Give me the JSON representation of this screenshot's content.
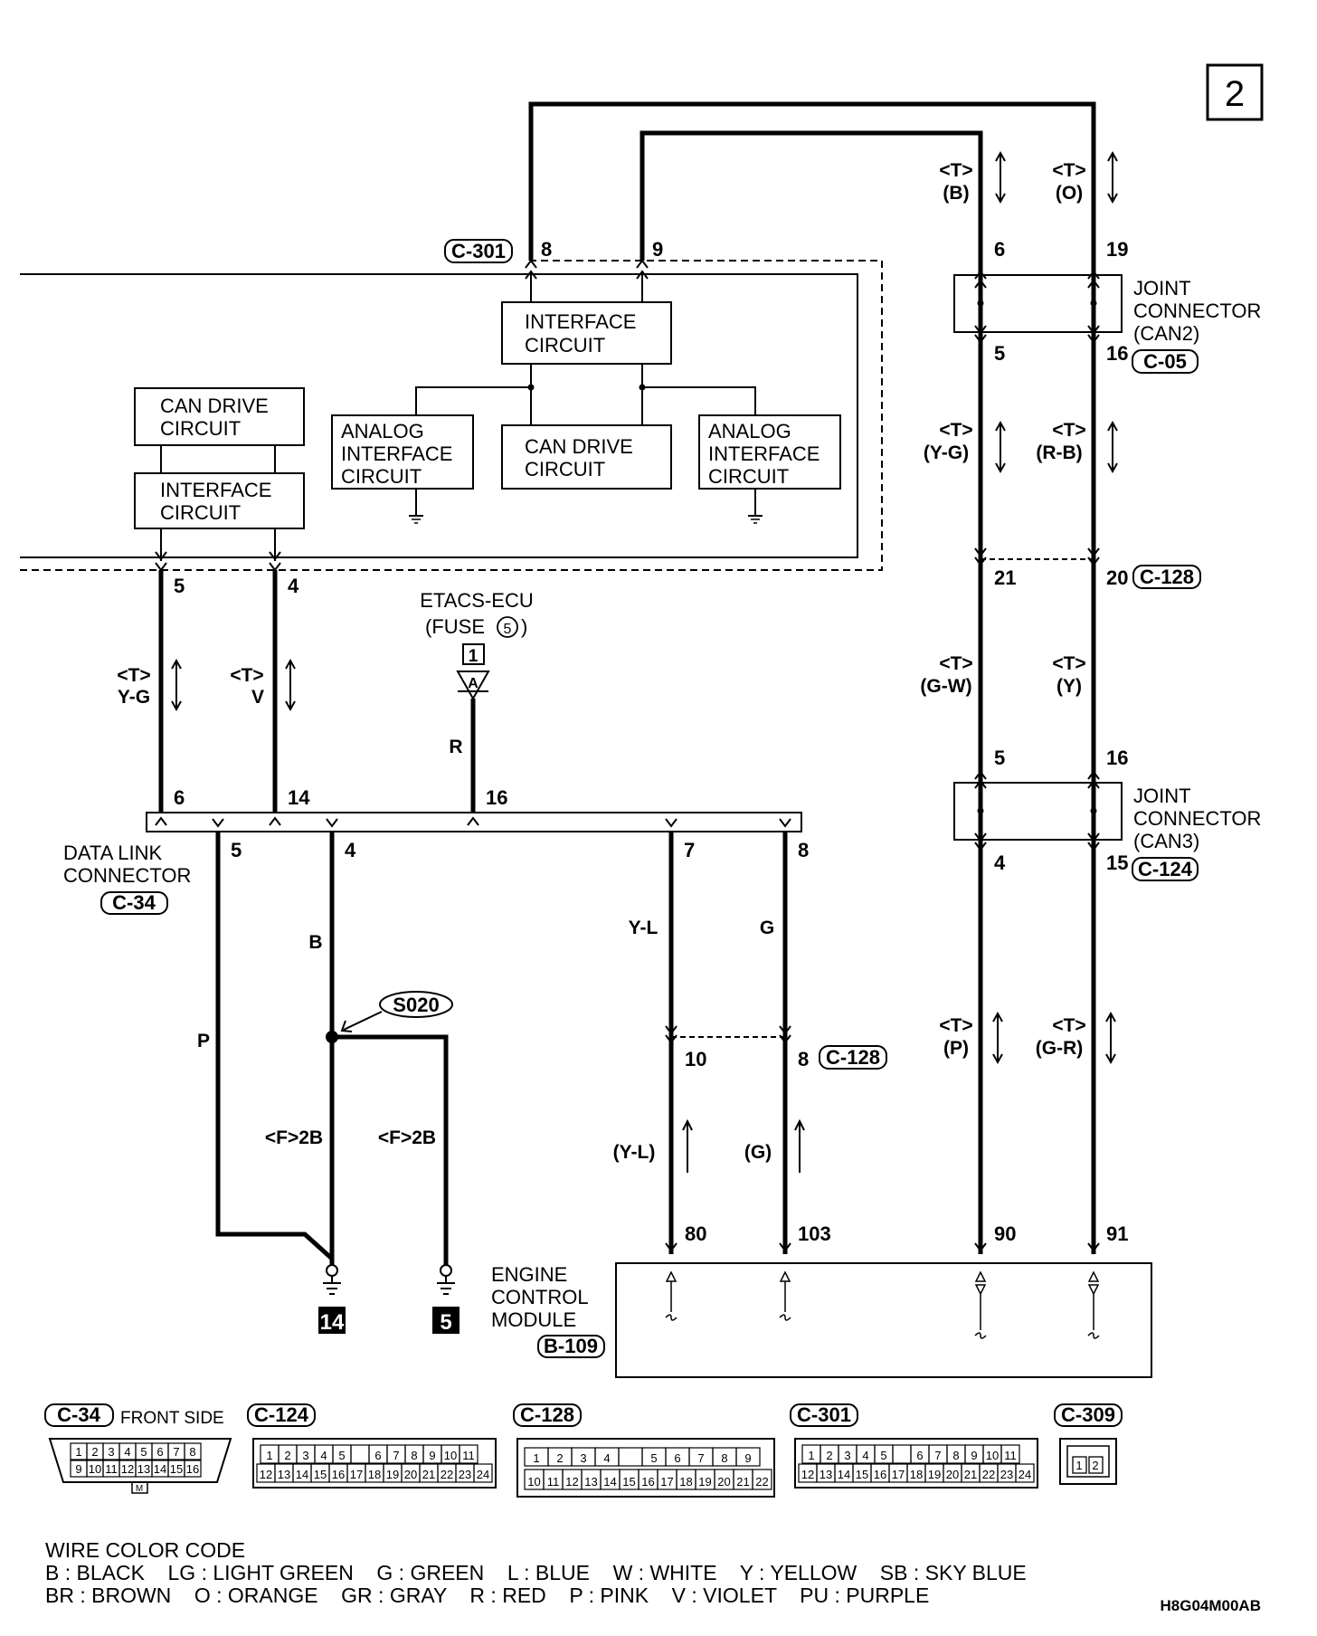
{
  "page_number": "2",
  "diagram_code": "H8G04M00AB",
  "connectors": {
    "c301": "C-301",
    "c05": "C-05",
    "c128": "C-128",
    "c124": "C-124",
    "c34": "C-34",
    "b109": "B-109",
    "c309": "C-309"
  },
  "components": {
    "interface_circuit": [
      "INTERFACE",
      "CIRCUIT"
    ],
    "analog_interface_circuit": [
      "ANALOG",
      "INTERFACE",
      "CIRCUIT"
    ],
    "can_drive_circuit": [
      "CAN DRIVE",
      "CIRCUIT"
    ],
    "joint_connector_can2": [
      "JOINT",
      "CONNECTOR",
      "(CAN2)"
    ],
    "joint_connector_can3": [
      "JOINT",
      "CONNECTOR",
      "(CAN3)"
    ],
    "etacs_ecu": [
      "ETACS-ECU",
      "(FUSE",
      "5",
      ")"
    ],
    "etacs_terminal": "1",
    "etacs_terminal_letter": "A",
    "data_link_connector": [
      "DATA LINK",
      "CONNECTOR"
    ],
    "engine_control_module": [
      "ENGINE",
      "CONTROL",
      "MODULE"
    ],
    "splice": "S020",
    "ground_14": "14",
    "ground_5": "5"
  },
  "pins": {
    "c301_8": "8",
    "c301_9": "9",
    "j_top_6": "6",
    "j_top_19": "19",
    "j_can2_5": "5",
    "j_can2_16": "16",
    "c128_21": "21",
    "c128_20": "20",
    "j_can3_5": "5",
    "j_can3_16": "16",
    "j_can3_4": "4",
    "j_can3_15": "15",
    "left_5": "5",
    "left_4": "4",
    "dlc_6": "6",
    "dlc_14": "14",
    "dlc_16": "16",
    "dlc_5": "5",
    "dlc_4": "4",
    "dlc_7": "7",
    "dlc_8": "8",
    "c128_10": "10",
    "c128_8": "8",
    "ecm_80": "80",
    "ecm_103": "103",
    "ecm_90": "90",
    "ecm_91": "91"
  },
  "wire_labels": {
    "t": "<T>",
    "b": "(B)",
    "o": "(O)",
    "yg_paren": "(Y-G)",
    "rb": "(R-B)",
    "gw": "(G-W)",
    "y": "(Y)",
    "p_paren": "(P)",
    "gr_paren": "(G-R)",
    "yg": "Y-G",
    "v": "V",
    "r": "R",
    "p": "P",
    "b_plain": "B",
    "f2b": "<F>2B",
    "yl": "Y-L",
    "g": "G",
    "yl_paren": "(Y-L)",
    "g_paren": "(G)"
  },
  "connector_views": {
    "front_side": "FRONT SIDE",
    "c34_row1": [
      "1",
      "2",
      "3",
      "4",
      "5",
      "6",
      "7",
      "8"
    ],
    "c34_row2": [
      "9",
      "10",
      "11",
      "12",
      "13",
      "14",
      "15",
      "16"
    ],
    "c34_key": "M",
    "c124_row1": [
      "1",
      "2",
      "3",
      "4",
      "5",
      "",
      "6",
      "7",
      "8",
      "9",
      "10",
      "11"
    ],
    "c124_row2": [
      "12",
      "13",
      "14",
      "15",
      "16",
      "17",
      "18",
      "19",
      "20",
      "21",
      "22",
      "23",
      "24"
    ],
    "c128_row1": [
      "1",
      "2",
      "3",
      "4",
      "",
      "5",
      "6",
      "7",
      "8",
      "9"
    ],
    "c128_row2": [
      "10",
      "11",
      "12",
      "13",
      "14",
      "15",
      "16",
      "17",
      "18",
      "19",
      "20",
      "21",
      "22"
    ],
    "c301_row1": [
      "1",
      "2",
      "3",
      "4",
      "5",
      "",
      "6",
      "7",
      "8",
      "9",
      "10",
      "11"
    ],
    "c301_row2": [
      "12",
      "13",
      "14",
      "15",
      "16",
      "17",
      "18",
      "19",
      "20",
      "21",
      "22",
      "23",
      "24"
    ],
    "c309_pins": [
      "1",
      "2"
    ]
  },
  "wire_color_code": {
    "title": "WIRE COLOR CODE",
    "line1": "B : BLACK    LG : LIGHT GREEN    G : GREEN    L : BLUE    W : WHITE    Y : YELLOW    SB : SKY BLUE",
    "line2": "BR : BROWN    O : ORANGE    GR : GRAY    R : RED    P : PINK    V : VIOLET    PU : PURPLE"
  }
}
